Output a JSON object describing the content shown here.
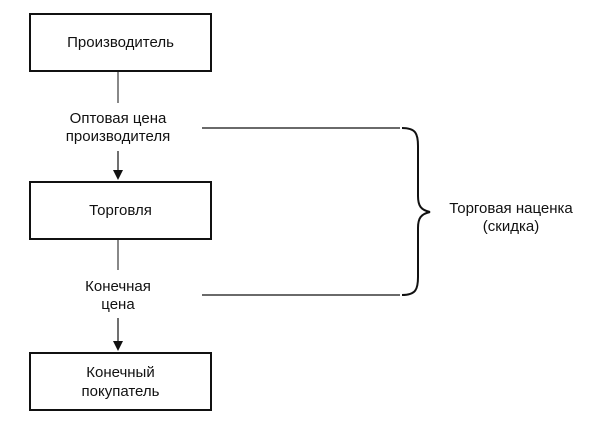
{
  "nodes": {
    "producer": {
      "label": "Производитель"
    },
    "trade": {
      "label": "Торговля"
    },
    "buyer": {
      "lines": [
        "Конечный",
        "покупатель"
      ]
    }
  },
  "edges": {
    "wholesale_price": {
      "lines": [
        "Оптовая цена",
        "производителя"
      ]
    },
    "final_price": {
      "lines": [
        "Конечная",
        "цена"
      ]
    }
  },
  "bracket": {
    "lines": [
      "Торговая наценка",
      "(скидка)"
    ]
  }
}
